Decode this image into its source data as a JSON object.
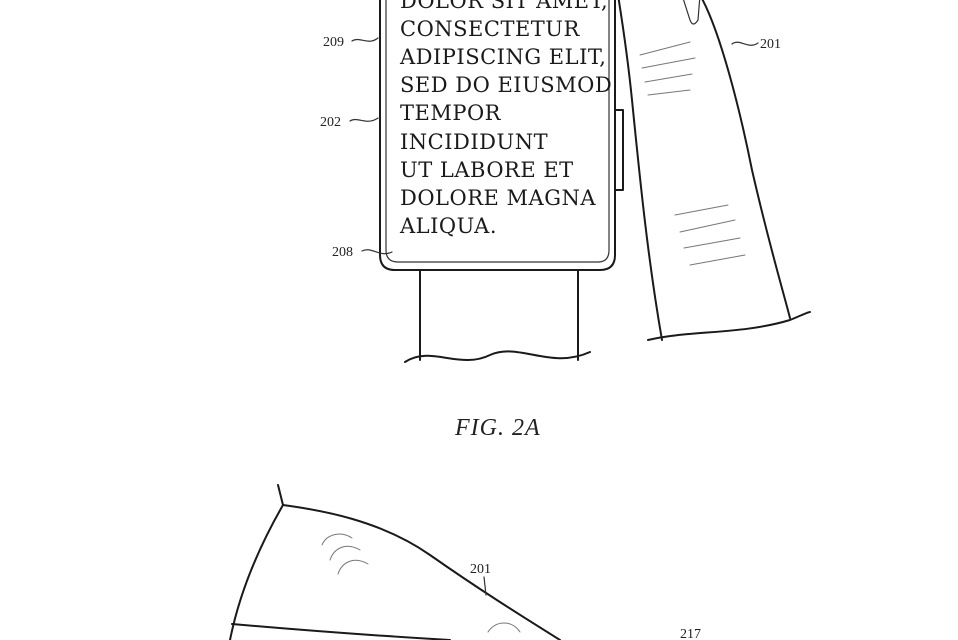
{
  "screen_text_lines": [
    "DOLOR SIT AMET,",
    "CONSECTETUR",
    "ADIPISCING ELIT,",
    "SED DO EIUSMOD",
    "TEMPOR",
    "INCIDIDUNT",
    "UT LABORE ET",
    "DOLORE MAGNA",
    "ALIQUA."
  ],
  "reference_numerals": {
    "device_text": "209",
    "device_display": "202",
    "device_housing": "208",
    "finger_top": "201",
    "finger_bottom": "201",
    "bottom_part": "217"
  },
  "figure_caption": "FIG. 2A"
}
